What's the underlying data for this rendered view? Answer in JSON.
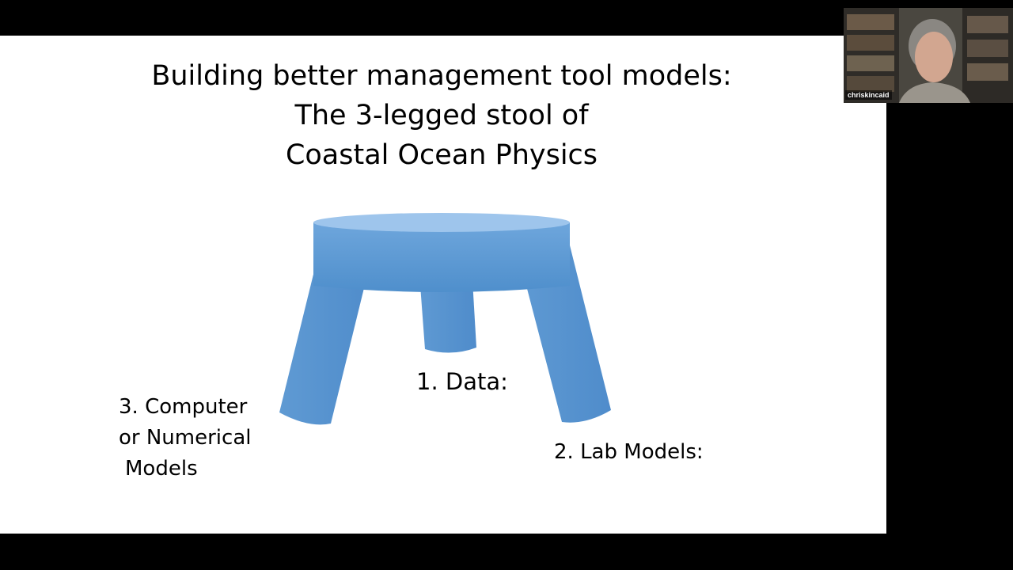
{
  "slide": {
    "title_lines": [
      "Building better management tool models:",
      "The 3-legged stool of",
      "Coastal Ocean Physics"
    ],
    "labels": {
      "data": "1. Data:",
      "lab": "2. Lab Models:",
      "computer_lines": [
        "3. Computer",
        "or Numerical",
        "Models"
      ]
    },
    "stool_color": "#5b9bd5"
  },
  "webcam": {
    "participant_name": "chriskincaid"
  }
}
